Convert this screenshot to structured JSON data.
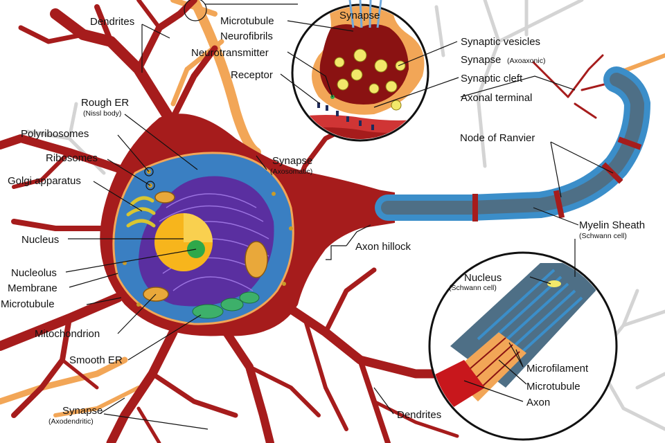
{
  "colors": {
    "neuron": "#a61c1c",
    "neuron_dark": "#8a1212",
    "ghost": "#cfcfcf",
    "orange": "#f2a657",
    "nucleus_blue": "#3a7fc2",
    "er_purple": "#5a2fa0",
    "nucleus_yellow": "#f7b51c",
    "myelin": "#3b8ec9",
    "axon_gray": "#4e6f86"
  },
  "labels": {
    "dendrites_top": "Dendrites",
    "rough_er": "Rough ER",
    "rough_er_sub": "(Nissl body)",
    "polyribosomes": "Polyribosomes",
    "ribosomes": "Ribosomes",
    "golgi": "Golgi apparatus",
    "nucleus": "Nucleus",
    "nucleolus": "Nucleolus",
    "membrane": "Membrane",
    "microtubule_left": "Microtubule",
    "mitochondrion": "Mitochondrion",
    "smooth_er": "Smooth ER",
    "synapse_axodendritic": "Synapse",
    "synapse_axodendritic_sub": "(Axodendritic)",
    "microtubule_top": "Microtubule",
    "neurofibrils": "Neurofibrils",
    "neurotransmitter": "Neurotransmitter",
    "receptor": "Receptor",
    "synapse_axosomatic": "Synapse",
    "synapse_axosomatic_sub": "(Axosomatic)",
    "axon_hillock": "Axon hillock",
    "synapse_inset": "Synapse",
    "synaptic_vesicles": "Synaptic vesicles",
    "synapse_axoaxonic": "Synapse",
    "synapse_axoaxonic_sub": "(Axoaxonic)",
    "synaptic_cleft": "Synaptic cleft",
    "axonal_terminal": "Axonal terminal",
    "node_of_ranvier": "Node of Ranvier",
    "myelin_sheath": "Myelin Sheath",
    "myelin_sheath_sub": "(Schwann cell)",
    "nucleus_schwann": "Nucleus",
    "nucleus_schwann_sub": "(Schwann cell)",
    "microfilament": "Microfilament",
    "microtubule_inset": "Microtubule",
    "axon": "Axon",
    "dendrites_bottom": "Dendrites"
  }
}
